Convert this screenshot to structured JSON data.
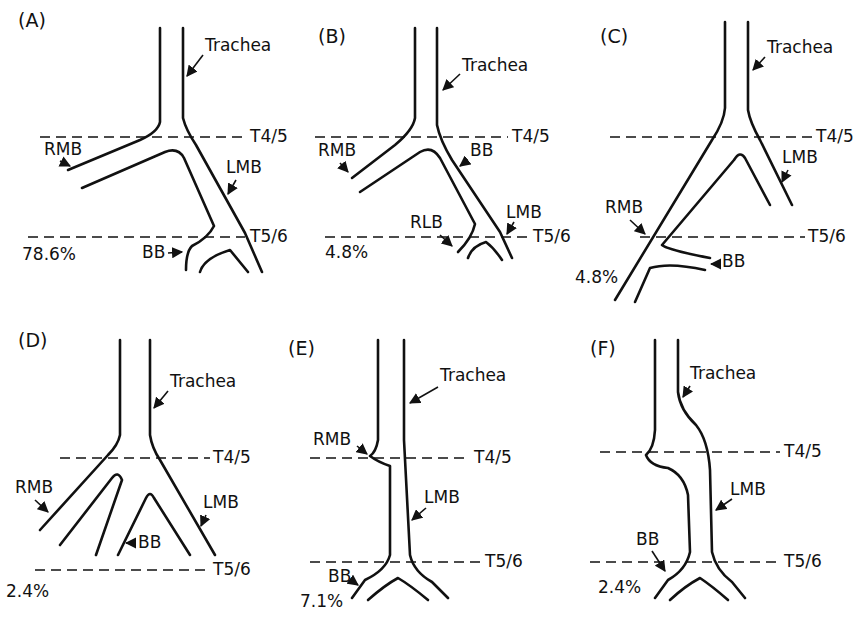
{
  "diagram": {
    "labels": [
      "(A)",
      "Trachea",
      "T4/5",
      "RMB",
      "LMB",
      "T5/6",
      "BB",
      "78.6%",
      "(B)",
      "Trachea",
      "T4/5",
      "RMB",
      "BB",
      "RLB",
      "LMB",
      "T5/6",
      "4.8%",
      "(C)",
      "Trachea",
      "T4/5",
      "LMB",
      "RMB",
      "BB",
      "T5/6",
      "4.8%",
      "(D)",
      "Trachea",
      "T4/5",
      "RMB",
      "LMB",
      "BB",
      "T5/6",
      "2.4%",
      "(E)",
      "Trachea",
      "RMB",
      "T4/5",
      "LMB",
      "BB",
      "T5/6",
      "7.1%",
      "(F)",
      "Trachea",
      "T4/5",
      "LMB",
      "BB",
      "T5/6",
      "2.4%"
    ]
  }
}
